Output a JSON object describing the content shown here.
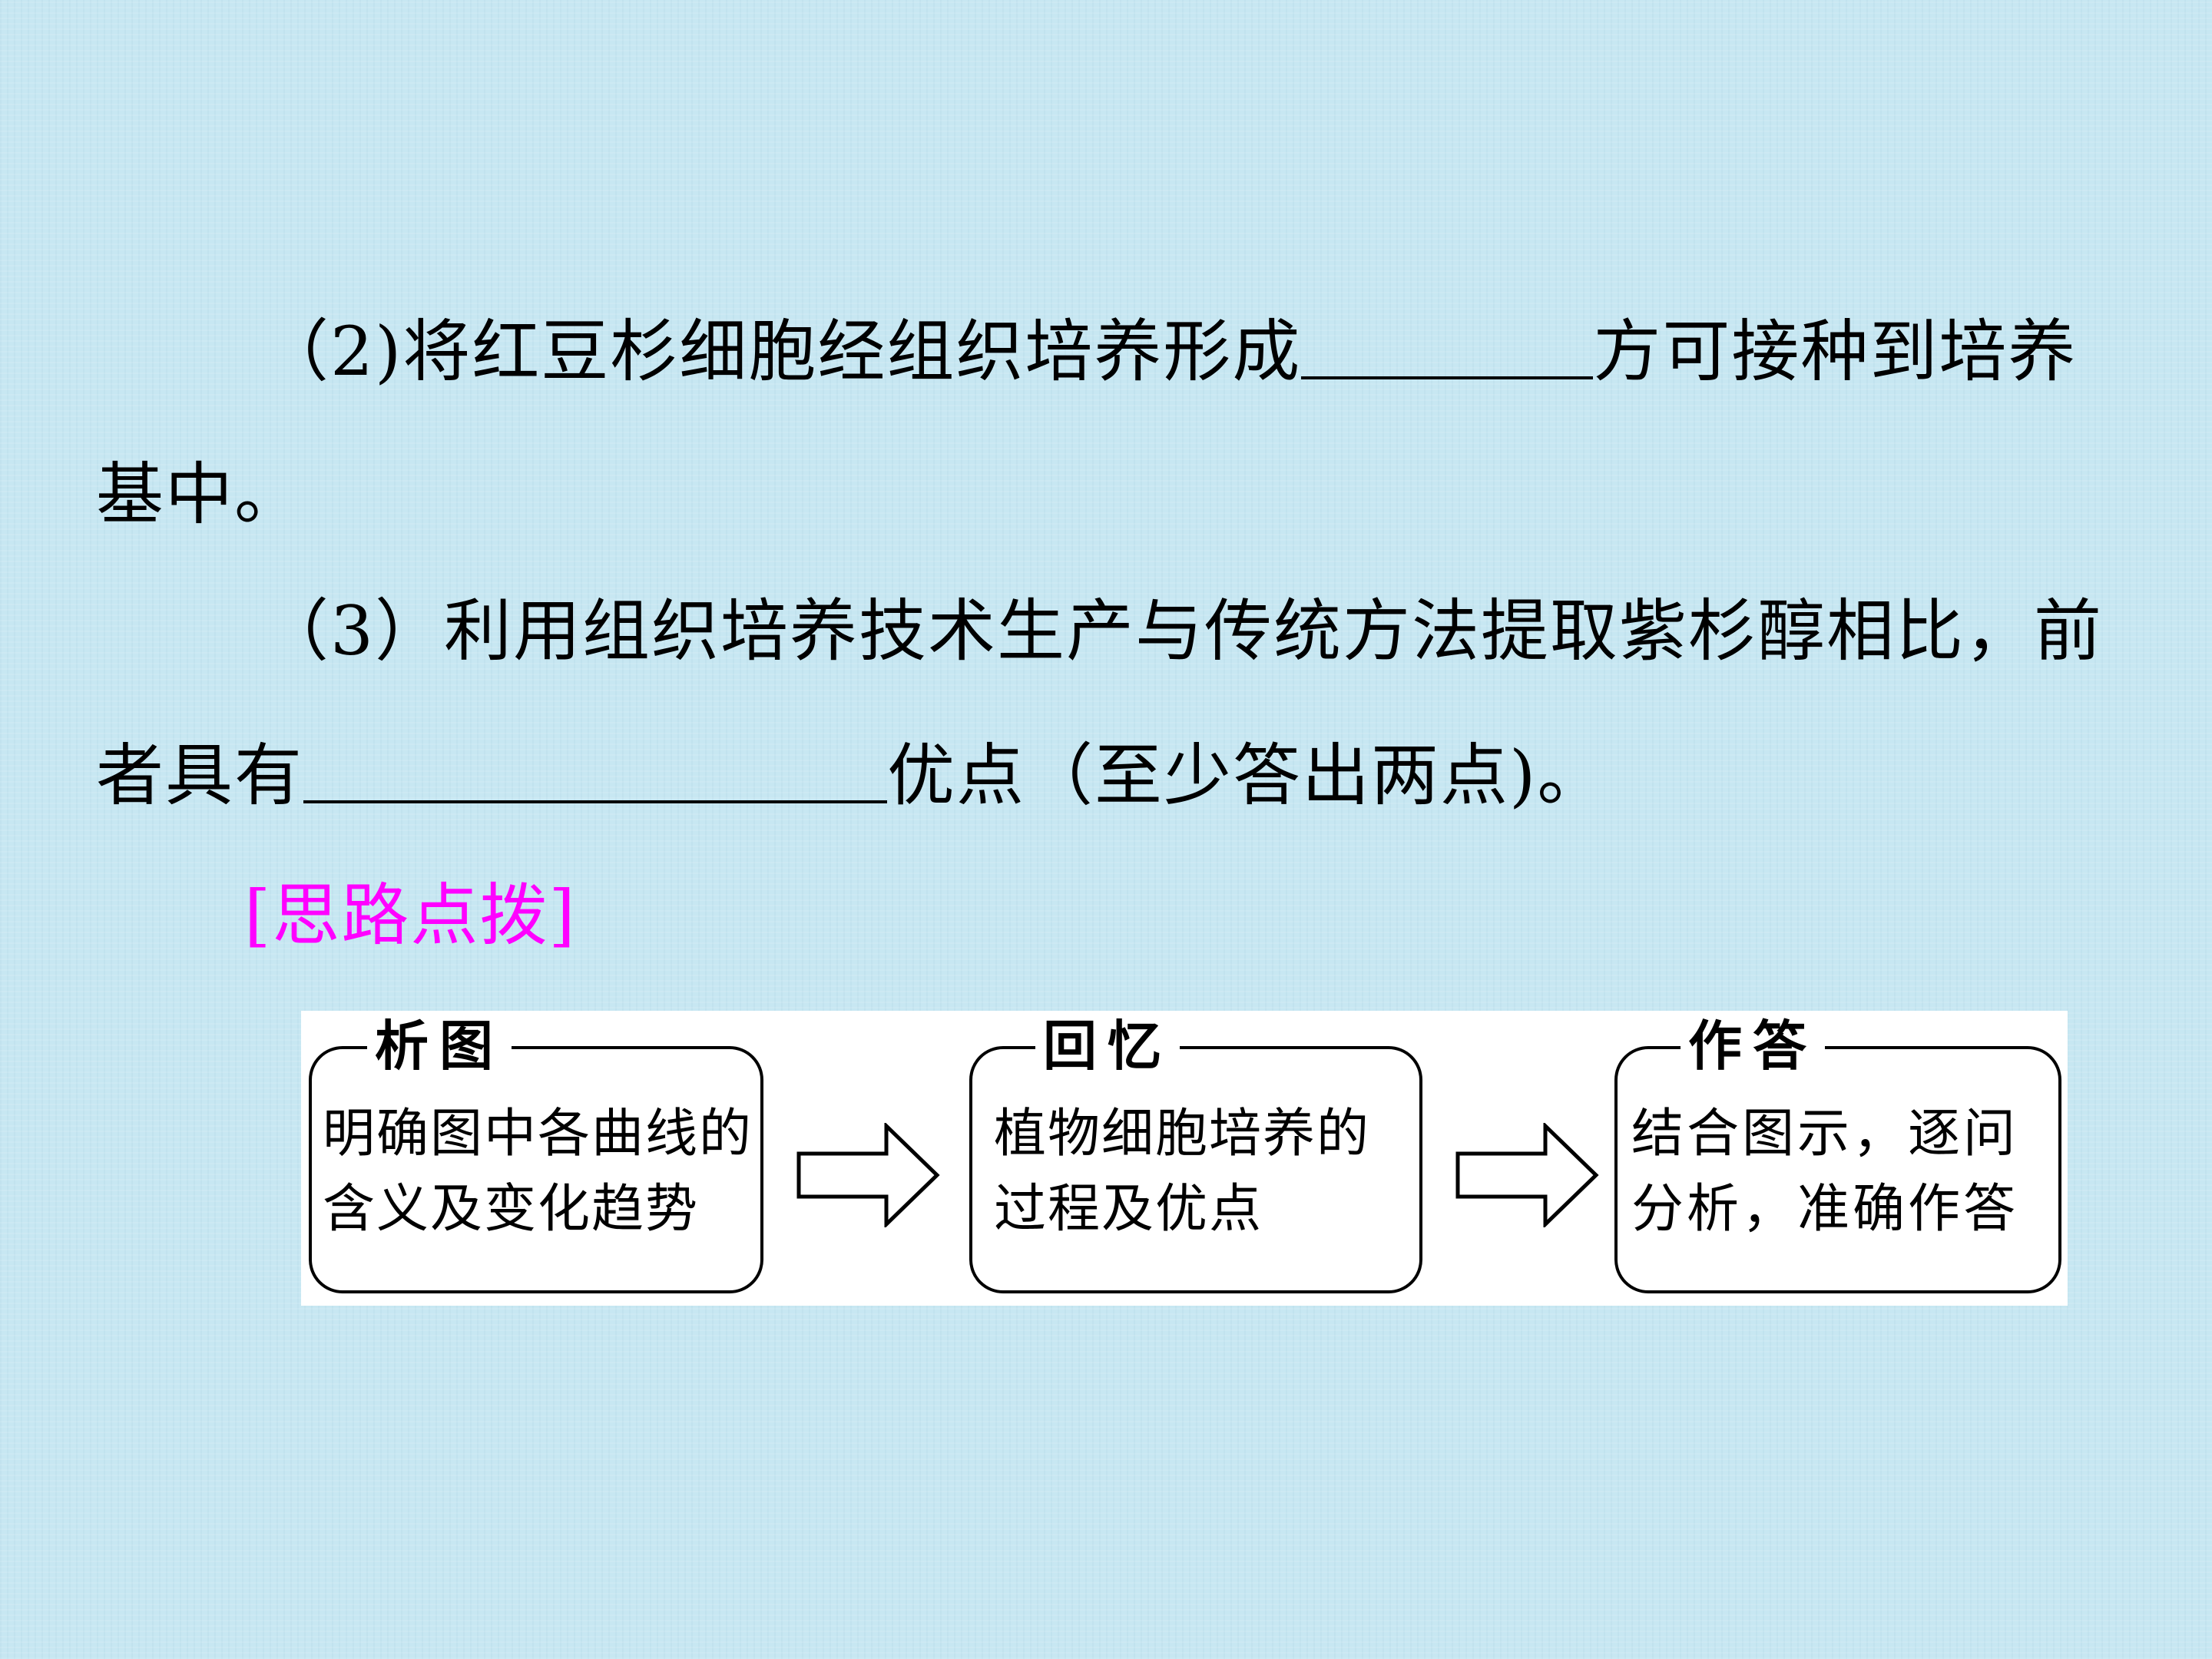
{
  "question": {
    "part2_before_blank": "（2)将红豆杉细胞经组织培养形成",
    "part2_after_blank": "方可接种到培养",
    "part2_continuation": "基中。",
    "part3_line1": "（3）利用组织培养技术生产与传统方法提取紫杉醇相比，前",
    "part3_before_blank": "者具有",
    "part3_after_blank": "优点（至少答出两点)。"
  },
  "hint_header": "[思路点拨]",
  "flow": {
    "steps": [
      {
        "title": "析图",
        "lines": [
          "明确图中各曲线的",
          "含义及变化趋势"
        ]
      },
      {
        "title": "回忆",
        "lines": [
          "植物细胞培养的",
          "过程及优点"
        ]
      },
      {
        "title": "作答",
        "lines": [
          "结合图示，逐问",
          "分析，准确作答"
        ]
      }
    ]
  },
  "colors": {
    "background": "#c7e7f2",
    "text": "#000000",
    "hint_header": "#ff00ff"
  }
}
